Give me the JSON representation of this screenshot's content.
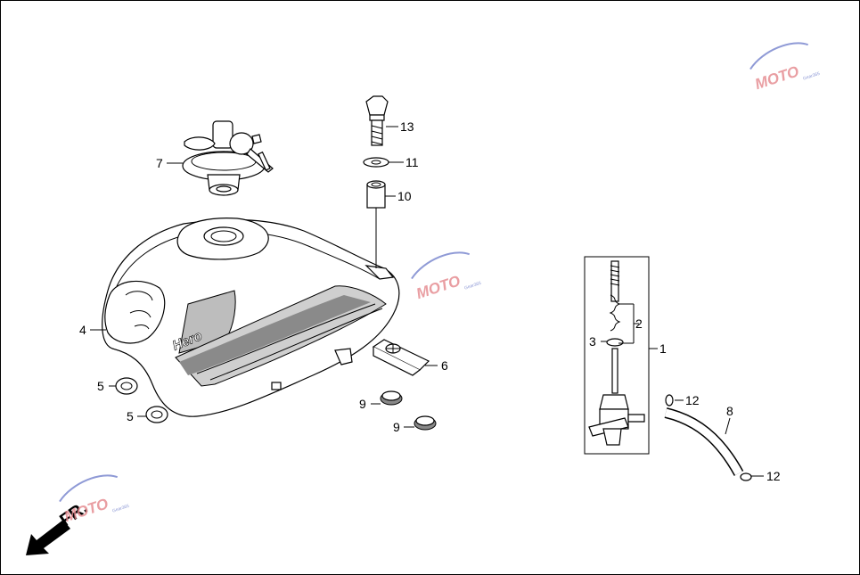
{
  "diagram": {
    "callouts": [
      "1",
      "2",
      "3",
      "4",
      "5",
      "5",
      "6",
      "7",
      "8",
      "9",
      "9",
      "10",
      "11",
      "12",
      "12",
      "13"
    ],
    "tank_logo": "Hero",
    "direction_label": "FR.",
    "watermark": {
      "text": "MOTO",
      "subtext": "Gear365"
    }
  }
}
